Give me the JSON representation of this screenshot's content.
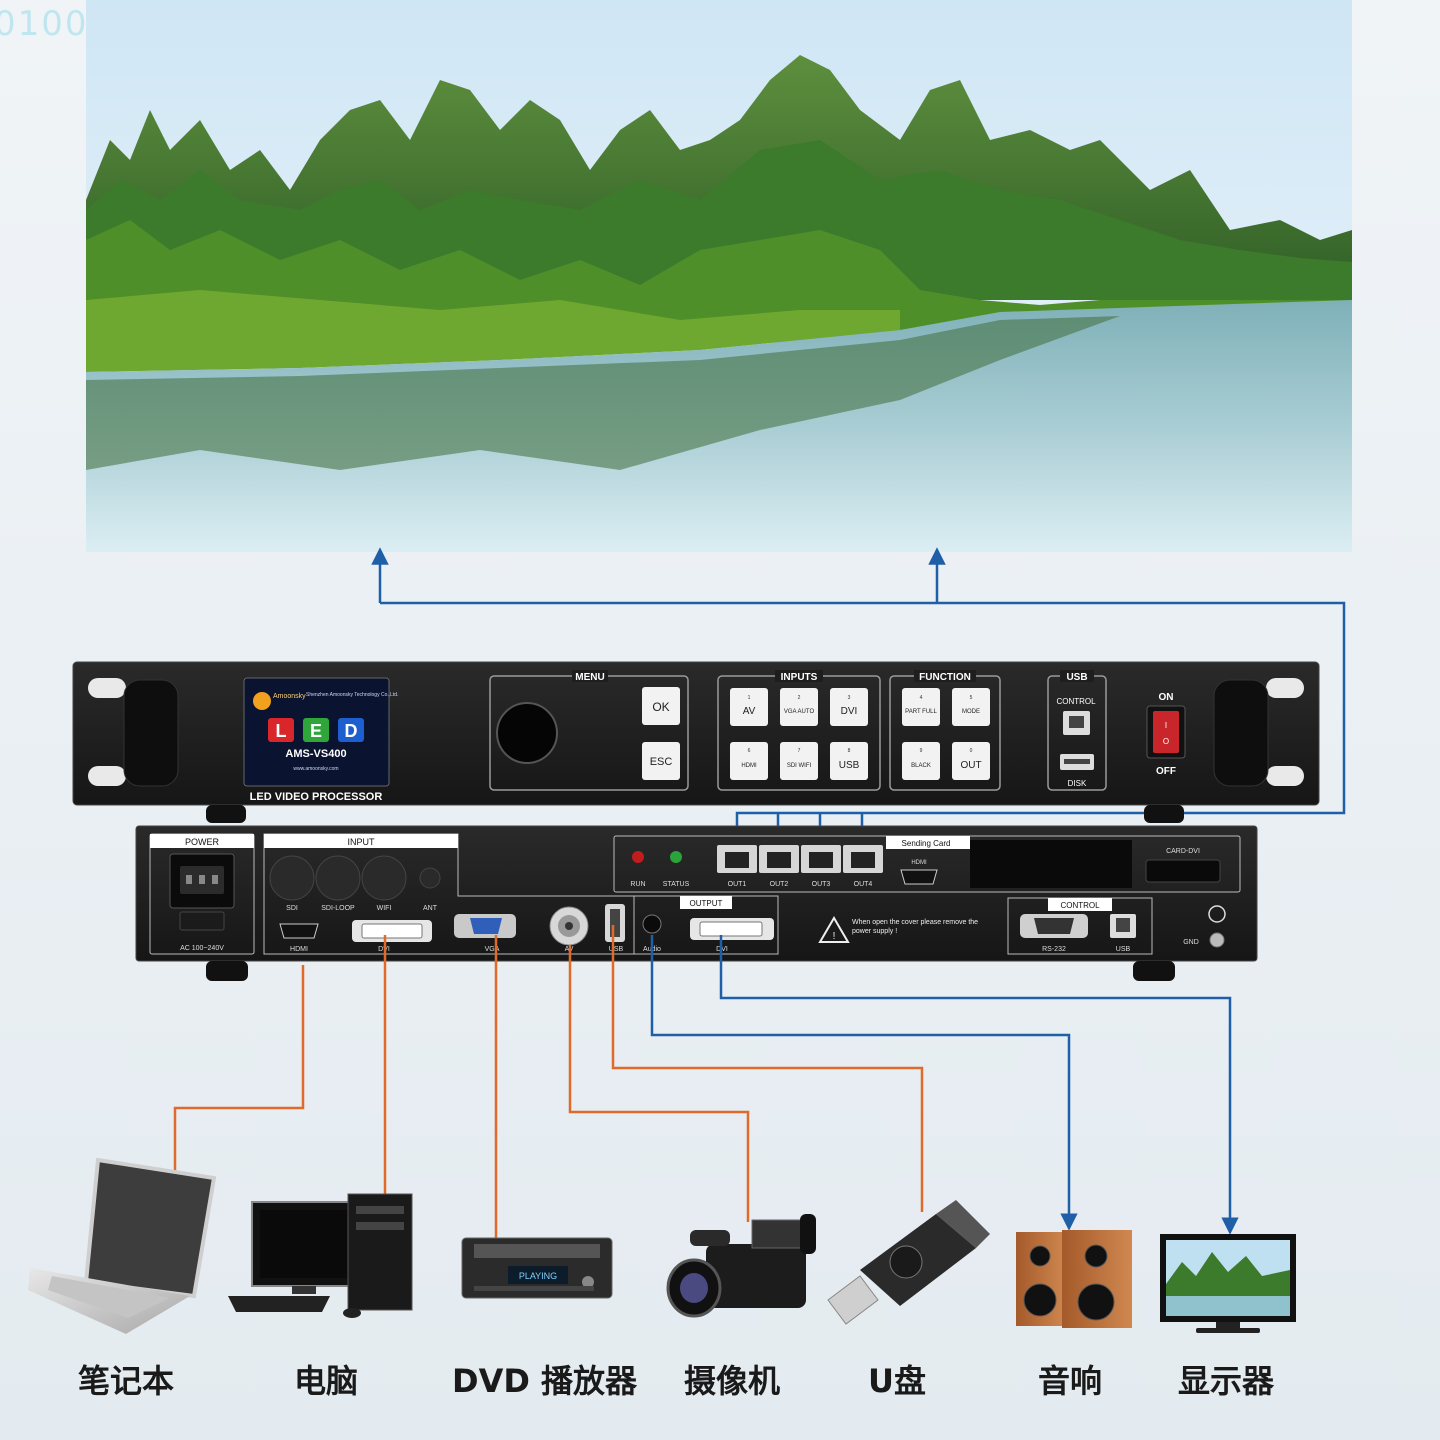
{
  "watermark": "0100",
  "wire_colors": {
    "input": "#e06a2a",
    "output": "#1f5fa8"
  },
  "front_panel": {
    "logo_brand": "Amoonsky",
    "logo_l": "L",
    "logo_e": "E",
    "logo_d": "D",
    "model": "AMS-VS400",
    "company": "Shenzhen Amoonsky Technology Co.,Ltd.",
    "website": "www.amoonsky.com",
    "title": "LED VIDEO PROCESSOR",
    "menu_title": "MENU",
    "ok": "OK",
    "esc": "ESC",
    "inputs_title": "INPUTS",
    "inputs": [
      {
        "num": "1",
        "label": "AV"
      },
      {
        "num": "2",
        "label": "VGA AUTO"
      },
      {
        "num": "3",
        "label": "DVI"
      },
      {
        "num": "6",
        "label": "HDMI"
      },
      {
        "num": "7",
        "label": "SDI WIFI"
      },
      {
        "num": "8",
        "label": "USB"
      }
    ],
    "function_title": "FUNCTION",
    "functions": [
      {
        "num": "4",
        "label": "PART FULL"
      },
      {
        "num": "5",
        "label": "MODE"
      },
      {
        "num": "9",
        "label": "BLACK"
      },
      {
        "num": "0",
        "label": "OUT"
      }
    ],
    "usb_title": "USB",
    "control": "CONTROL",
    "disk": "DISK",
    "on": "ON",
    "off": "OFF"
  },
  "rear_panel": {
    "power_title": "POWER",
    "power_rating": "AC 100~240V",
    "input_title": "INPUT",
    "sdi": "SDI",
    "sdi_loop": "SDI-LOOP",
    "wifi": "WIFI",
    "ant": "ANT",
    "hdmi": "HDMI",
    "dvi": "DVI",
    "vga": "VGA",
    "av": "AV",
    "usb": "USB",
    "run": "RUN",
    "status": "STATUS",
    "outs": [
      "OUT1",
      "OUT2",
      "OUT3",
      "OUT4"
    ],
    "sending_card": "Sending Card",
    "card_hdmi": "HDMI",
    "card_dvi": "CARD-DVI",
    "output_title": "OUTPUT",
    "audio": "Audio",
    "out_dvi": "DVI",
    "warning": "When open the cover please remove the power supply !",
    "control_title": "CONTROL",
    "rs232": "RS-232",
    "ctrl_usb": "USB",
    "gnd": "GND"
  },
  "dvd_display": "PLAYING",
  "devices": [
    {
      "label": "笔记本"
    },
    {
      "label": "电脑"
    },
    {
      "label": "DVD 播放器"
    },
    {
      "label": "摄像机"
    },
    {
      "label": "U盘"
    },
    {
      "label": "音响"
    },
    {
      "label": "显示器"
    }
  ]
}
